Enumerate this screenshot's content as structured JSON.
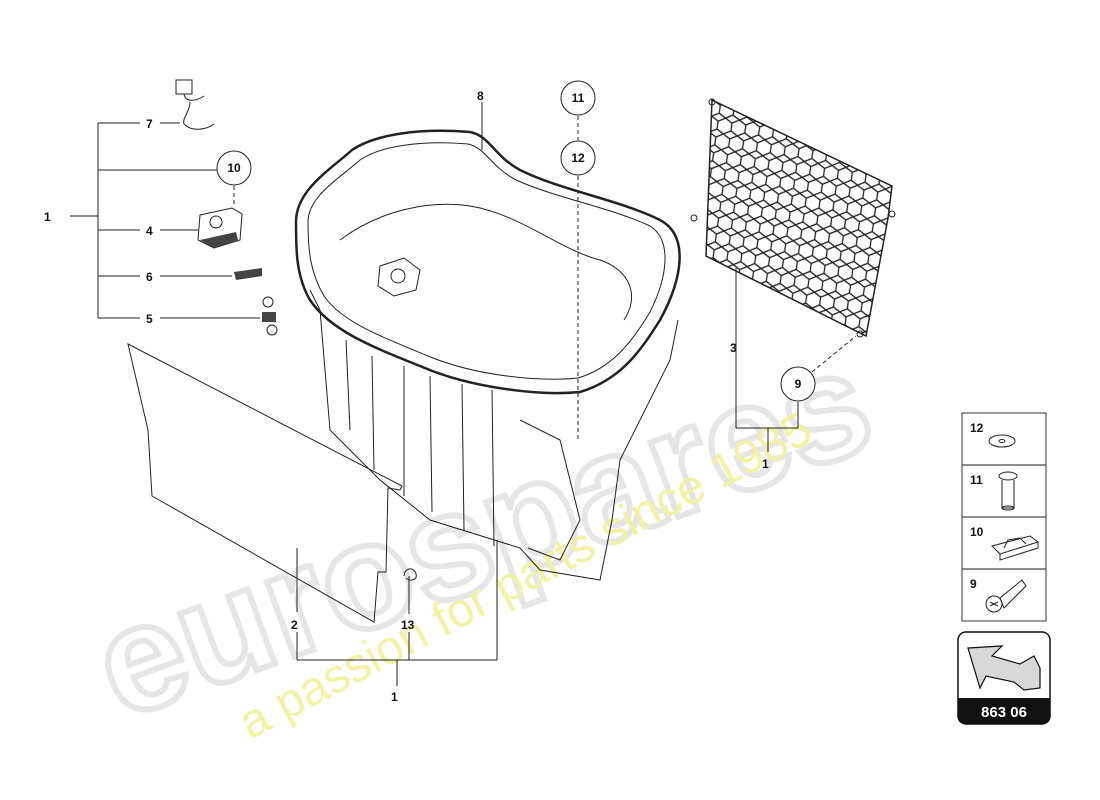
{
  "watermark": {
    "brand": "eurospares",
    "tagline": "a passion for parts since 1985"
  },
  "callouts": {
    "c1_left": "1",
    "c7": "7",
    "c10_circle": "10",
    "c4": "4",
    "c6": "6",
    "c5": "5",
    "c8": "8",
    "c11_circle": "11",
    "c12_circle": "12",
    "c3": "3",
    "c9_circle": "9",
    "c1_right": "1",
    "c2": "2",
    "c13": "13",
    "c1_bottom": "1"
  },
  "hardware_panel": {
    "items": [
      {
        "number": "12",
        "icon": "washer-icon"
      },
      {
        "number": "11",
        "icon": "bolt-icon"
      },
      {
        "number": "10",
        "icon": "clip-icon"
      },
      {
        "number": "9",
        "icon": "screw-icon"
      }
    ]
  },
  "diagram_code": "863 06"
}
